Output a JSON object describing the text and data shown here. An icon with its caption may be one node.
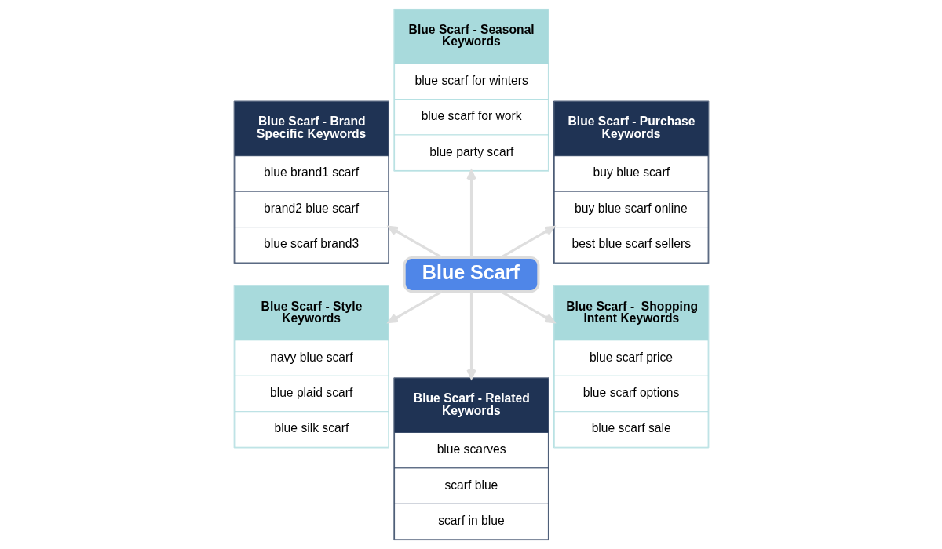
{
  "diagram": {
    "nodes": [
      {
        "text": [
          "Blue Scarf"
        ]
      },
      {
        "text": [
          "Blue Scarf - Brand Specific Keywords",
          "blue brand1 scarf",
          "brand2 blue scarf",
          "blue scarf brand3"
        ]
      },
      {
        "text": [
          "Blue Scarf - Seasonal Keywords",
          "blue scarf for winters",
          "blue scarf for work",
          "blue party scarf"
        ]
      },
      {
        "text": [
          "Blue Scarf - Purchase Keywords",
          "buy blue scarf",
          "buy blue scarf online",
          "best blue scarf sellers"
        ]
      },
      {
        "text": [
          "Blue Scarf - Style Keywords",
          "navy blue scarf",
          "blue plaid scarf",
          "blue silk scarf"
        ]
      },
      {
        "text": [
          "Blue Scarf - Related Keywords",
          "blue scarves",
          "scarf blue",
          "scarf in blue"
        ]
      },
      {
        "text": [
          "Blue Scarf -  Shopping Intent Keywords",
          "blue scarf price",
          "blue scarf options",
          "blue scarf sale"
        ]
      }
    ],
    "edges": [
      {
        "from": 0,
        "to": 1,
        "arrow": "to"
      },
      {
        "from": 0,
        "to": 2,
        "arrow": "to"
      },
      {
        "from": 0,
        "to": 3,
        "arrow": "to"
      },
      {
        "from": 0,
        "to": 4,
        "arrow": "to"
      },
      {
        "from": 0,
        "to": 5,
        "arrow": "to"
      },
      {
        "from": 0,
        "to": 6,
        "arrow": "to"
      }
    ]
  }
}
